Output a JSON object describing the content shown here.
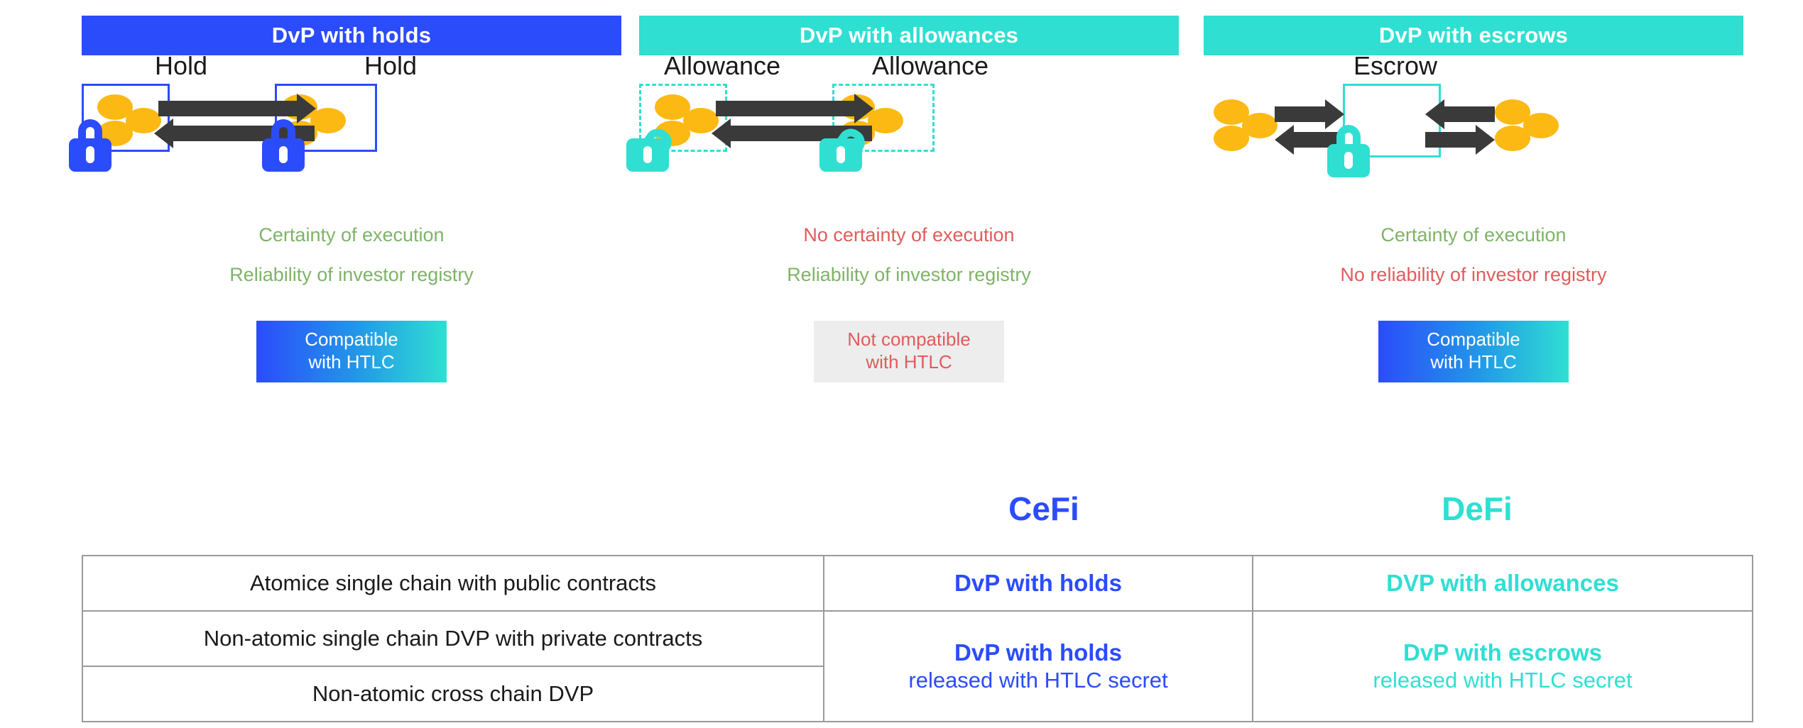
{
  "panels": [
    {
      "id": "holds",
      "header": "DvP with holds",
      "header_color": "#2B4CFB",
      "accent": "#2B4CFB",
      "zone_label_left": "Hold",
      "zone_label_right": "Hold",
      "lock_state": "closed",
      "lock_icon": "padlock-closed-icon",
      "features": [
        {
          "text": "Certainty of execution",
          "tone": "good"
        },
        {
          "text": "Reliability of investor registry",
          "tone": "good"
        }
      ],
      "badge": {
        "line1": "Compatible",
        "line2": "with HTLC",
        "style": "grad"
      }
    },
    {
      "id": "allowances",
      "header": "DvP with allowances",
      "header_color": "#2FDFD2",
      "accent": "#2FDFD2",
      "zone_label_left": "Allowance",
      "zone_label_right": "Allowance",
      "lock_state": "open",
      "lock_icon": "padlock-open-icon",
      "features": [
        {
          "text": "No certainty of execution",
          "tone": "bad"
        },
        {
          "text": "Reliability of investor registry",
          "tone": "good"
        }
      ],
      "badge": {
        "line1": "Not compatible",
        "line2": "with HTLC",
        "style": "grey"
      }
    },
    {
      "id": "escrows",
      "header": "DvP with escrows",
      "header_color": "#2FDFD2",
      "accent": "#2FDFD2",
      "zone_label_center": "Escrow",
      "lock_state": "closed",
      "lock_icon": "padlock-closed-icon",
      "features": [
        {
          "text": "Certainty of execution",
          "tone": "good"
        },
        {
          "text": "No reliability of investor registry",
          "tone": "bad"
        }
      ],
      "badge": {
        "line1": "Compatible",
        "line2": "with HTLC",
        "style": "grad"
      }
    }
  ],
  "matrix": {
    "column_headers": [
      {
        "label": "CeFi",
        "color": "#2B4CFB"
      },
      {
        "label": "DeFi",
        "color": "#2FDFD2"
      }
    ],
    "rows": [
      {
        "label": "Atomice single chain with public contracts",
        "cefi": {
          "title": "DvP with holds",
          "sub": ""
        },
        "defi": {
          "title": "DVP with allowances",
          "sub": ""
        }
      },
      {
        "label": "Non-atomic single chain DVP with private contracts",
        "cefi": {
          "title": "DvP with holds",
          "sub": "released with HTLC secret"
        },
        "defi": {
          "title": "DvP with escrows",
          "sub": "released with HTLC secret"
        }
      },
      {
        "label": "Non-atomic cross chain DVP"
      }
    ]
  },
  "palette": {
    "blue": "#2B4CFB",
    "teal": "#2FDFD2",
    "coin": "#FDB913",
    "arrow": "#3A3A3A",
    "green": "#7FB368",
    "red": "#E05C5C",
    "grey_badge": "#EDEDED",
    "table_border": "#9A9A9A"
  }
}
